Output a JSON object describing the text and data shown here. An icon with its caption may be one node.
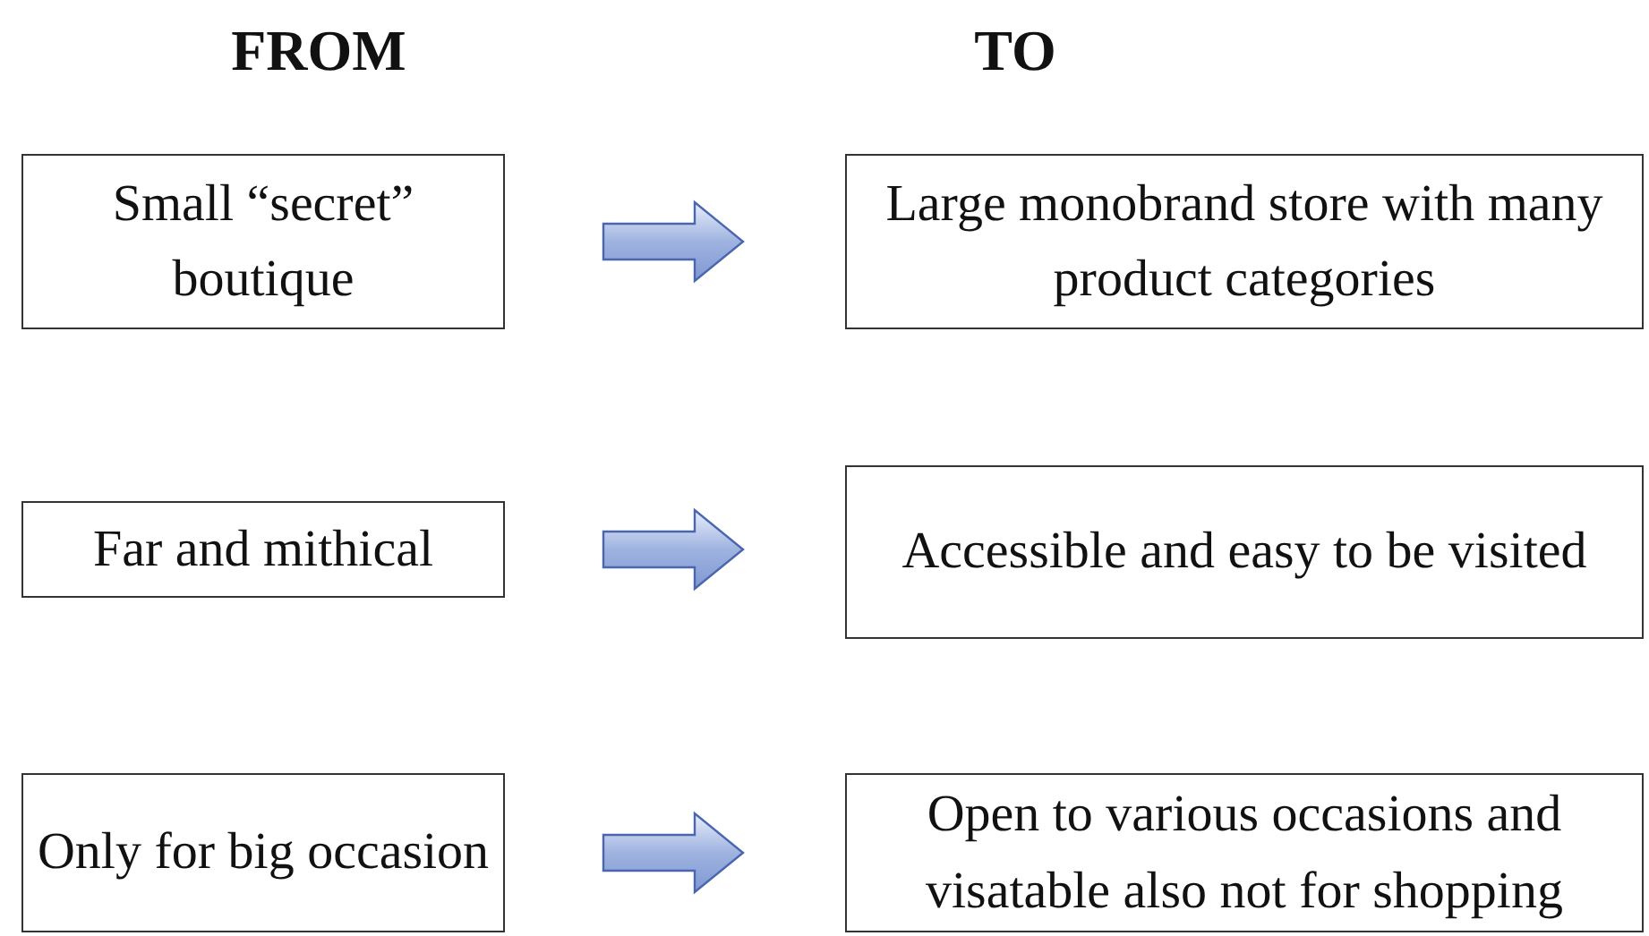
{
  "diagram": {
    "nodes": [
      {
        "text": [
          "Small “secret” boutique"
        ]
      },
      {
        "text": [
          "Large monobrand store with many product categories"
        ]
      },
      {
        "text": [
          "Far and mithical"
        ]
      },
      {
        "text": [
          "Accessible and easy to be visited"
        ]
      },
      {
        "text": [
          "Only for big occasion"
        ]
      },
      {
        "text": [
          "Open to various occasions and visatable also not for shopping"
        ]
      }
    ],
    "edges": [
      {
        "from": 0,
        "to": 1,
        "arrow": "to"
      },
      {
        "from": 2,
        "to": 3,
        "arrow": "to"
      },
      {
        "from": 4,
        "to": 5,
        "arrow": "to"
      }
    ],
    "labels": [
      "FROM",
      "TO"
    ]
  }
}
